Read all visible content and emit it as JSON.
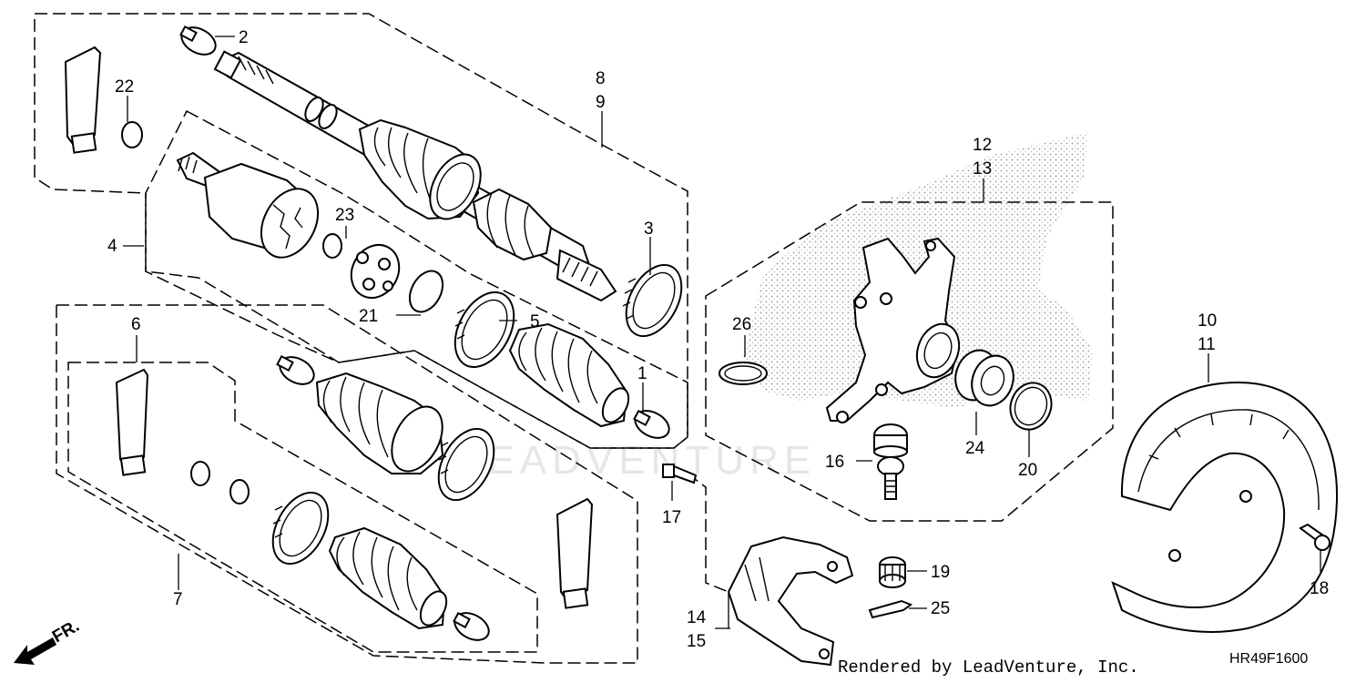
{
  "callouts": {
    "c1": "1",
    "c2": "2",
    "c3": "3",
    "c4": "4",
    "c5": "5",
    "c6": "6",
    "c7": "7",
    "c8": "8",
    "c9": "9",
    "c10": "10",
    "c11": "11",
    "c12": "12",
    "c13": "13",
    "c14": "14",
    "c15": "15",
    "c16": "16",
    "c17": "17",
    "c18": "18",
    "c19": "19",
    "c20": "20",
    "c21": "21",
    "c22": "22",
    "c23": "23",
    "c24": "24",
    "c25": "25",
    "c26": "26"
  },
  "direction_label": "FR.",
  "watermark": "LEADVENTURE",
  "credit": "Rendered by LeadVenture, Inc.",
  "diagram_code": "HR49F1600"
}
